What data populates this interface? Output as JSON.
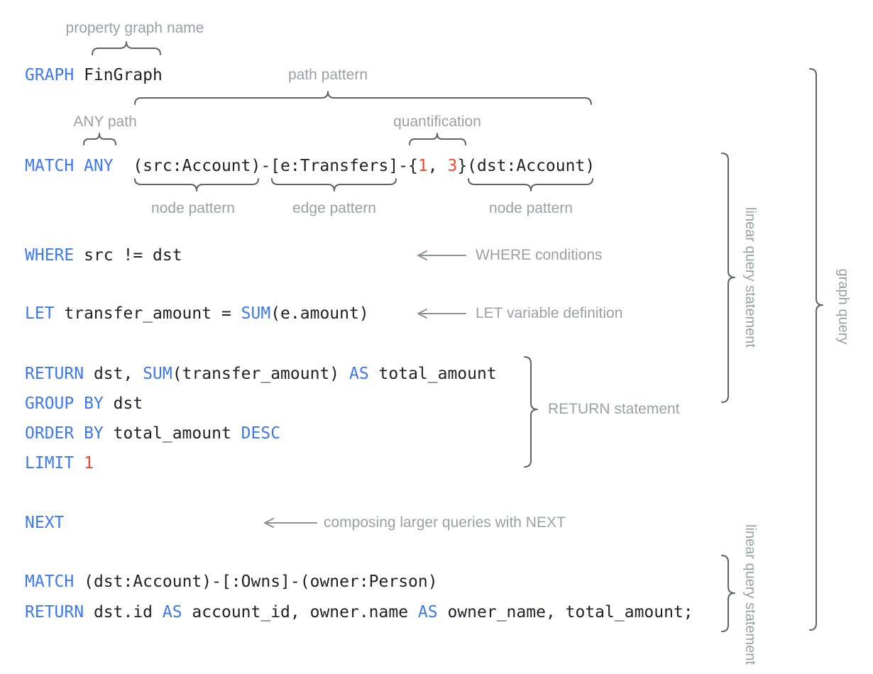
{
  "colors": {
    "keyword_blue": "#3D78EC",
    "literal_red": "#EE4B2C",
    "code_black": "#202124",
    "annotation_gray": "#9AA0A6",
    "brace_gray": "#5F6368",
    "arrow_gray": "#8C9196",
    "background": "#FFFFFF"
  },
  "annotations": {
    "property_graph_name": "property graph name",
    "path_pattern": "path pattern",
    "any_path": "ANY path",
    "quantification": "quantification",
    "node_pattern_left": "node pattern",
    "edge_pattern": "edge pattern",
    "node_pattern_right": "node pattern",
    "where_conditions": "WHERE conditions",
    "let_variable_definition": "LET variable definition",
    "return_statement": "RETURN statement",
    "composing_next": "composing larger queries with NEXT",
    "linear_query_statement_top": "linear query statement",
    "graph_query": "graph query",
    "linear_query_statement_bottom": "linear query statement"
  },
  "code": {
    "lines": [
      {
        "name": "graph-clause",
        "tokens": [
          {
            "text": "GRAPH",
            "type": "keyword"
          },
          {
            "text": " FinGraph",
            "type": "plain"
          }
        ]
      },
      {
        "name": "match-any-clause",
        "tokens": [
          {
            "text": "MATCH ANY",
            "type": "keyword"
          },
          {
            "text": "  (src:Account)-[e:Transfers]-{",
            "type": "plain"
          },
          {
            "text": "1",
            "type": "number"
          },
          {
            "text": ", ",
            "type": "plain"
          },
          {
            "text": "3",
            "type": "number"
          },
          {
            "text": "}(dst:Account)",
            "type": "plain"
          }
        ]
      },
      {
        "name": "where-clause",
        "tokens": [
          {
            "text": "WHERE",
            "type": "keyword"
          },
          {
            "text": " src != dst",
            "type": "plain"
          }
        ]
      },
      {
        "name": "let-clause",
        "tokens": [
          {
            "text": "LET",
            "type": "keyword"
          },
          {
            "text": " transfer_amount = ",
            "type": "plain"
          },
          {
            "text": "SUM",
            "type": "keyword"
          },
          {
            "text": "(e.amount)",
            "type": "plain"
          }
        ]
      },
      {
        "name": "return-clause",
        "tokens": [
          {
            "text": "RETURN",
            "type": "keyword"
          },
          {
            "text": " dst, ",
            "type": "plain"
          },
          {
            "text": "SUM",
            "type": "keyword"
          },
          {
            "text": "(transfer_amount) ",
            "type": "plain"
          },
          {
            "text": "AS",
            "type": "keyword"
          },
          {
            "text": " total_amount",
            "type": "plain"
          }
        ]
      },
      {
        "name": "group-by-clause",
        "tokens": [
          {
            "text": "GROUP BY",
            "type": "keyword"
          },
          {
            "text": " dst",
            "type": "plain"
          }
        ]
      },
      {
        "name": "order-by-clause",
        "tokens": [
          {
            "text": "ORDER BY",
            "type": "keyword"
          },
          {
            "text": " total_amount ",
            "type": "plain"
          },
          {
            "text": "DESC",
            "type": "keyword"
          }
        ]
      },
      {
        "name": "limit-clause",
        "tokens": [
          {
            "text": "LIMIT",
            "type": "keyword"
          },
          {
            "text": " ",
            "type": "plain"
          },
          {
            "text": "1",
            "type": "number"
          }
        ]
      },
      {
        "name": "next-clause",
        "tokens": [
          {
            "text": "NEXT",
            "type": "keyword"
          }
        ]
      },
      {
        "name": "match-owns-clause",
        "tokens": [
          {
            "text": "MATCH",
            "type": "keyword"
          },
          {
            "text": " (dst:Account)-[:Owns]-(owner:Person)",
            "type": "plain"
          }
        ]
      },
      {
        "name": "final-return-clause",
        "tokens": [
          {
            "text": "RETURN",
            "type": "keyword"
          },
          {
            "text": " dst.id ",
            "type": "plain"
          },
          {
            "text": "AS",
            "type": "keyword"
          },
          {
            "text": " account_id, owner.name ",
            "type": "plain"
          },
          {
            "text": "AS",
            "type": "keyword"
          },
          {
            "text": " owner_name, total_amount;",
            "type": "plain"
          }
        ]
      }
    ]
  }
}
